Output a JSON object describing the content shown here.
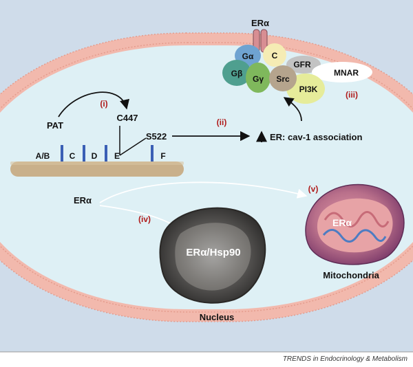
{
  "colors": {
    "background": "#cfdcea",
    "cytoplasm": "#def0f5",
    "membrane": "#f2b9ad",
    "arrow": "#111111",
    "roman_numeral": "#b01b1b",
    "receptor_bar": "#c9b08b",
    "domain_tick": "#3a5fb5"
  },
  "receptor_complex": {
    "er_alpha": "ERα",
    "g_alpha": "Gα",
    "g_beta": "Gβ",
    "g_gamma": "Gγ",
    "c": "C",
    "src": "Src",
    "gfr": "GFR",
    "mnar": "MNAR",
    "pi3k": "PI3K"
  },
  "palmitoylation": {
    "pat": "PAT",
    "c447": "C447",
    "s522": "S522",
    "cav1": "ER: cav-1 association"
  },
  "domains": [
    "A/B",
    "C",
    "D",
    "E",
    "F"
  ],
  "steps": {
    "i": "(i)",
    "ii": "(ii)",
    "iii": "(iii)",
    "iv": "(iv)",
    "v": "(v)"
  },
  "translocation": {
    "er_alpha": "ERα",
    "nucleus_complex": "ERα/Hsp90",
    "nucleus": "Nucleus",
    "mito_er": "ERα",
    "mitochondria": "Mitochondria"
  },
  "credit": "TRENDS in Endocrinology & Metabolism"
}
